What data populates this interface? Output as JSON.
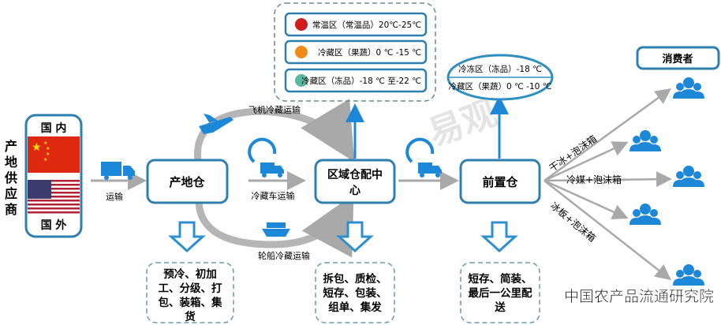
{
  "supplier": {
    "label": "产地供应商",
    "domestic": "国 内",
    "foreign": "国 外"
  },
  "nodes": {
    "origin_warehouse": "产地仓",
    "regional_center_line1": "区域仓配中",
    "regional_center_line2": "心",
    "front_warehouse": "前置仓",
    "consumers": "消费者"
  },
  "transport": {
    "truck": "运输",
    "air": "飞机冷藏运输",
    "reefer_truck": "冷藏车运输",
    "ship": "轮船冷藏运输"
  },
  "regional_zones": [
    "常温区（常温品）20℃-25℃",
    "冷藏区（果蔬）0 ℃ -15 ℃",
    "冷藏区（冻品）-18 ℃ 至-22 ℃"
  ],
  "front_zones": [
    "冷冻区（冻品）-18 ℃",
    "冷藏区（果蔬）0 ℃ -10 ℃"
  ],
  "delivery_methods": [
    "干冰+泡沫箱",
    "冷媒+泡沫箱",
    "冰板+泡沫箱"
  ],
  "processes": {
    "origin": [
      "预冷、初加",
      "工、分级、打",
      "包、装箱、集",
      "货"
    ],
    "regional": [
      "拆包、质检、",
      "短存、包装、",
      "组单、集发"
    ],
    "front": [
      "短存、简装、",
      "最后一公里配",
      "送"
    ]
  },
  "watermarks": {
    "brand": "易观",
    "source": "中国农产品流通研究院"
  },
  "colors": {
    "accent": "#1e88d8",
    "border": "#2e7fb0",
    "arrow": "#a9a9a9"
  }
}
